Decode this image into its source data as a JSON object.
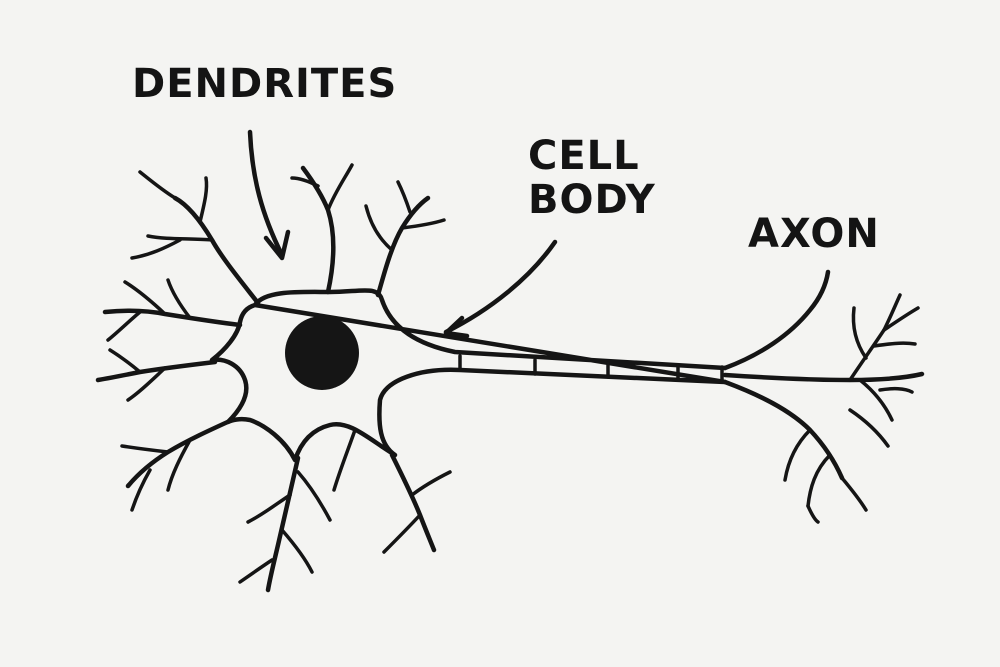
{
  "labels": {
    "dendrites": "DENDRITES",
    "cell_body": [
      "CELL",
      "BODY"
    ],
    "axon": "AXON"
  },
  "colors": {
    "background": "#f4f4f2",
    "ink": "#151515"
  }
}
